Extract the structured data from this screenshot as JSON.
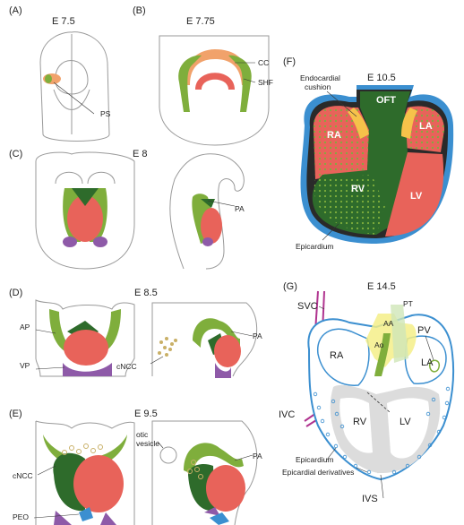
{
  "panels": {
    "A": {
      "label": "(A)",
      "stage": "E 7.5",
      "ps": "PS"
    },
    "B": {
      "label": "(B)",
      "stage": "E 7.75",
      "cc": "CC",
      "shf": "SHF"
    },
    "C": {
      "label": "(C)",
      "stage": "E 8",
      "pa": "PA"
    },
    "D": {
      "label": "(D)",
      "stage": "E 8.5",
      "ap": "AP",
      "vp": "VP",
      "cncc": "cNCC",
      "pa": "PA"
    },
    "E": {
      "label": "(E)",
      "stage": "E 9.5",
      "cncc": "cNCC",
      "peo": "PEO",
      "otic": "otic\nvesicle",
      "pa": "PA"
    },
    "F": {
      "label": "(F)",
      "stage": "E 10.5",
      "endo": "Endocardial\ncushion",
      "oft": "OFT",
      "ra": "RA",
      "la": "LA",
      "rv": "RV",
      "lv": "LV",
      "epi": "Epicardium"
    },
    "G": {
      "label": "(G)",
      "stage": "E 14.5",
      "svc": "SVC",
      "ivc": "IVC",
      "pt": "PT",
      "aa": "AA",
      "ao": "Ao",
      "pv": "PV",
      "ra": "RA",
      "la": "LA",
      "rv": "RV",
      "lv": "LV",
      "epi": "Epicardium",
      "epider": "Epicardial derivatives",
      "ivs": "IVS"
    }
  },
  "colors": {
    "fhf": "#e8635a",
    "shf": "#7fae3c",
    "dark_green": "#2e6b2b",
    "epicardium": "#3b8fd0",
    "cushion": "#f6c24a",
    "peo": "#8e5aa8",
    "orange": "#f1a26b",
    "ncc": "#c9b067",
    "vessel": "#b0338f",
    "outflow": "#f4ee88",
    "light_green": "#cfe6b8"
  }
}
